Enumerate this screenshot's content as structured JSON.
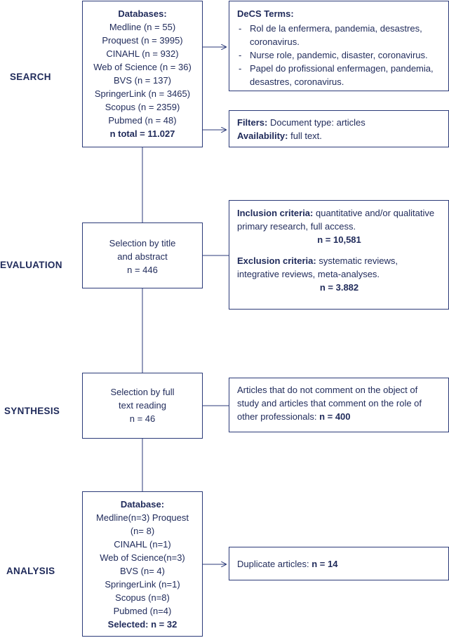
{
  "stages": {
    "search": "SEARCH",
    "evaluation": "EVALUATION",
    "synthesis": "SYNTHESIS",
    "analysis": "ANALYSIS"
  },
  "databases_box": {
    "title": "Databases:",
    "items": [
      "Medline (n = 55)",
      "Proquest (n = 3995)",
      "CINAHL (n = 932)",
      "Web of Science (n = 36)",
      "BVS (n = 137)",
      "SpringerLink (n = 3465)",
      "Scopus (n = 2359)",
      "Pubmed (n = 48)"
    ],
    "total": "n total = 11.027"
  },
  "decs_box": {
    "title": "DeCS Terms:",
    "terms": [
      "Rol de la enfermera, pandemia, desastres, coronavirus.",
      "Nurse role, pandemic, disaster, coronavirus.",
      "Papel do profissional enfermagen, pandemia, desastres, coronavirus."
    ]
  },
  "filters_box": {
    "filters_label": "Filters:",
    "filters_value": " Document type: articles",
    "availability_label": "Availability:",
    "availability_value": " full text."
  },
  "title_abstract_box": {
    "line1": "Selection by title",
    "line2": "and abstract",
    "count": "n = 446"
  },
  "criteria_box": {
    "inclusion_label": "Inclusion criteria:",
    "inclusion_text": " quantitative and/or qualitative primary research, full access.",
    "inclusion_count": "n = 10,581",
    "exclusion_label": "Exclusion criteria:",
    "exclusion_text": " systematic reviews, integrative reviews, meta-analyses.",
    "exclusion_count": "n = 3.882"
  },
  "full_text_box": {
    "line1": "Selection by full",
    "line2": "text reading",
    "count": "n = 46"
  },
  "excluded_box": {
    "text": "Articles that do not comment on the object of study and articles that comment on the role of other professionals:",
    "count": " n = 400"
  },
  "selected_box": {
    "title": "Database:",
    "items": [
      "Medline(n=3) Proquest",
      "(n= 8)",
      "CINAHL (n=1)",
      "Web of Science(n=3)",
      "BVS (n= 4)",
      "SpringerLink (n=1)",
      "Scopus (n=8)",
      "Pubmed (n=4)"
    ],
    "total": "Selected: n = 32"
  },
  "duplicates_box": {
    "label": "Duplicate articles:",
    "count": " n = 14"
  },
  "colors": {
    "stroke": "#2b3a78",
    "text": "#1f2a5a"
  }
}
